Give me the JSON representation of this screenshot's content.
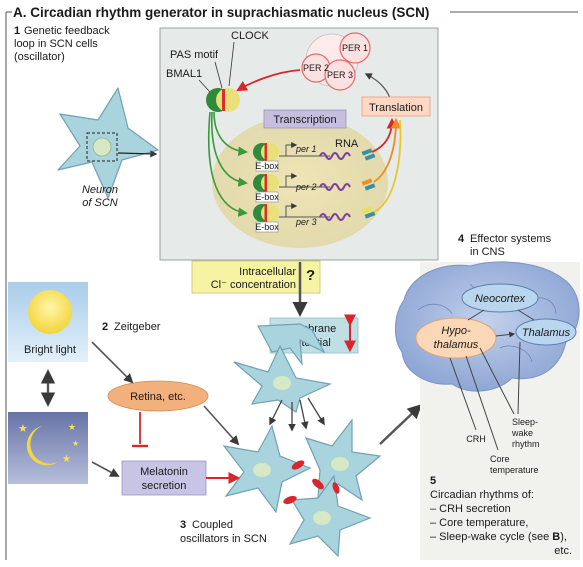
{
  "title": "A.  Circadian rhythm generator in suprachiasmatic nucleus (SCN)",
  "section1": {
    "number": "1",
    "lines": [
      "Genetic feedback",
      "loop in SCN cells",
      "(oscillator)"
    ]
  },
  "neuron_label": [
    "Neuron",
    "of SCN"
  ],
  "clock_label": "CLOCK",
  "pas_label": "PAS motif",
  "bmal_label": "BMAL1",
  "per_proteins": [
    "PER 1",
    "PER 2",
    "PER 3"
  ],
  "translation_label": "Translation",
  "transcription_label": "Transcription",
  "rna_label": "RNA",
  "ebox_label": "E-box",
  "genes": [
    "per 1",
    "per 2",
    "per 3"
  ],
  "intracellular": {
    "line1": "Intracellular",
    "line2": "Cl⁻ concentration",
    "question": "?"
  },
  "membrane_label": [
    "Membrane",
    "potential"
  ],
  "zeitgeber": {
    "number": "2",
    "label": "Zeitgeber"
  },
  "bright_light_label": "Bright light",
  "retina_label": "Retina, etc.",
  "melatonin_label": [
    "Melatonin",
    "secretion"
  ],
  "section3": {
    "number": "3",
    "lines": [
      "Coupled",
      "oscillators in SCN"
    ]
  },
  "section4": {
    "number": "4",
    "lines": [
      "Effector systems",
      "in CNS"
    ]
  },
  "brain": {
    "neocortex": "Neocortex",
    "hypothalamus": [
      "Hypo-",
      "thalamus"
    ],
    "thalamus": "Thalamus",
    "crh": "CRH",
    "sleep_wake": [
      "Sleep-",
      "wake",
      "rhythm"
    ],
    "core_temp": [
      "Core",
      "temperature"
    ]
  },
  "section5": {
    "number": "5",
    "heading": "Circadian rhythms of:",
    "items": [
      "– CRH secretion",
      "– Core temperature,",
      "– Sleep-wake cycle (see ",
      "B",
      "),"
    ],
    "etc": "etc."
  },
  "colors": {
    "panel": "#e6eae8",
    "nucleus": "#e7dcae",
    "neuron": "#a9d3dd",
    "neuron_stroke": "#6fa2b3",
    "per_fill": "#fbe1e1",
    "per_stroke": "#e56a6a",
    "translation_fill": "#fbd8c4",
    "transcription_fill": "#c6bedf",
    "intracellular_fill": "#f6f3a2",
    "membrane_fill": "#bfdfe5",
    "retina_fill": "#f2b07c",
    "melatonin_fill": "#c8c4e5",
    "brain_fill": "#9fb6de",
    "hypothalamus_fill": "#fad7b7",
    "green_arrow": "#3a9a3a",
    "red_arrow": "#d8262c"
  }
}
